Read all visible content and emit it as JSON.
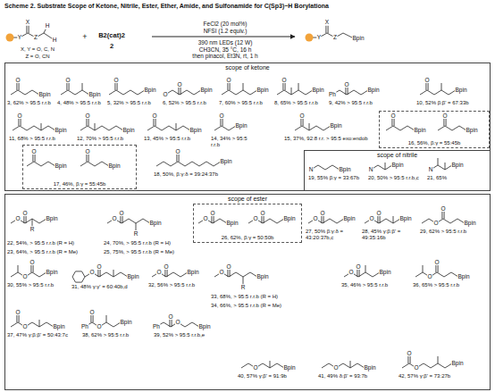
{
  "diagram": {
    "title": "Scheme 2. Substrate Scope of Ketone, Nitrile, Ester, Ether, Amide, and Sulfonamide for C(Sp3)−H Borylationa",
    "nodes": [
      {
        "text": [
          "scope of ketone"
        ]
      },
      {
        "text": [
          "16, 56%, β:γ = 55:45b"
        ],
        "in": 0
      },
      {
        "text": [
          "17, 46%, β:γ = 55:45b"
        ],
        "in": 0
      },
      {
        "text": [
          "scope of nitrile"
        ],
        "in": 0
      },
      {
        "text": [
          "scope of ester"
        ]
      },
      {
        "text": [
          "26, 62%, β:γ = 50:50b"
        ],
        "in": 4
      }
    ],
    "labels": [
      "X",
      "Y",
      "Z",
      "H",
      "H",
      "X, Y = O, C, N",
      "Z = O, CN",
      "+",
      "B2(cat)2",
      "2",
      "FeCl2 (20 mol%)",
      "NFSI (1.2 equiv.)",
      "390 nm LEDs (12 W)",
      "CH3CN, 35 °C, 16 h",
      "then pinacol, Et3N, rt, 1 h",
      "X",
      "Y",
      "Z",
      "Bpin",
      "3, 62% > 95:5 r.r.b",
      "O",
      "Bpin",
      "4, 48% > 95:5 r.r.b",
      "O",
      "Bpin",
      "5, 32% > 95:5 r.r.b",
      "O",
      "Bpin",
      "6, 52% > 95:5 r.r.b",
      "O",
      "O",
      "Bpin",
      "7, 60% > 95:5 r.r.b",
      "O",
      "Bpin",
      "8, 65% > 95:5 r.r.b",
      "O",
      "Bpin",
      "9, 42% > 95:5 r.r.b",
      "Ph",
      "O",
      "Bpin",
      "10, 52% β:β' = 67:33b",
      "O",
      "Bpin",
      "11, 68% > 95:5 r.r.b",
      "O",
      "Bpin",
      "12, 70% > 95:5 r.r.b",
      "O",
      "Bpin",
      "13, 45% > 95:5 r.r.b",
      "O",
      "Bpin",
      "14, 34% > 95:5 r.r.b",
      "O",
      "Bpin",
      "15, 37%, 92:8 r.r. > 95:5 exo:endob",
      "O",
      "Bpin",
      "O",
      "Bpin",
      "O",
      "Bpin",
      "O",
      "Bpin",
      "O",
      "Bpin",
      "18, 50%, β:γ:δ = 39:24:37b",
      "O",
      "Bpin",
      "19, 55% β:γ = 33:67b",
      "N",
      "Bpin",
      "20, 50% > 95:5 r.r.b,c",
      "N",
      "Bpin",
      "21, 65%",
      "N",
      "Bpin",
      "22, 54%, > 95:5 r.r.b (R = H)",
      "23, 64%, > 95:5 r.r.b (R = Me)",
      "O",
      "O",
      "R",
      "Bpin",
      "24, 70%, > 95:5 r.r.b (R = H)",
      "25, 75%, > 95:5 r.r.b (R = Me)",
      "O",
      "O",
      "R",
      "Bpin",
      "O",
      "O",
      "Bpin",
      "O",
      "O",
      "Bpin",
      "27, 50% β:γ:δ = 43:20:37b,c",
      "O",
      "O",
      "Bpin",
      "28, 45% γ:β:β' = 49:35:16b",
      "O",
      "O",
      "Bpin",
      "29, 62% > 95:5 r.r.b",
      "O",
      "O",
      "Bpin",
      "30, 55% > 95:5 r.r.b",
      "O",
      "O",
      "Bpin",
      "31, 48% γ:γ' = 60:40b,d",
      "O",
      "O",
      "Bpin",
      "32, 56% > 95:5 r.r.b",
      "O",
      "O",
      "Bpin",
      "33, 68%, > 95:5 r.r.b (R = H)",
      "34, 66%, > 95:5 r.r.b (R = Me)",
      "O",
      "O",
      "R",
      "Bpin",
      "35, 46% > 95:5 r.r.b",
      "O",
      "O",
      "Bpin",
      "36, 65% > 95:5 r.r.b",
      "O",
      "O",
      "Bpin",
      "37, 47% γ:β:β' = 50:43:7c",
      "O",
      "O",
      "Bpin",
      "38, 62% > 95:5 r.r.b",
      "Ph",
      "O",
      "O",
      "Bpin",
      "39, 52% > 95:5 r.r.b,e",
      "Ph",
      "O",
      "O",
      "Bpin",
      "40, 57% γ:β' = 91:9b",
      "O",
      "Bpin",
      "41, 49% δ:β' = 93:7b",
      "O",
      "Bpin",
      "42, 57% γ:β' = 73:27b",
      "O",
      "O",
      "Bpin"
    ]
  }
}
